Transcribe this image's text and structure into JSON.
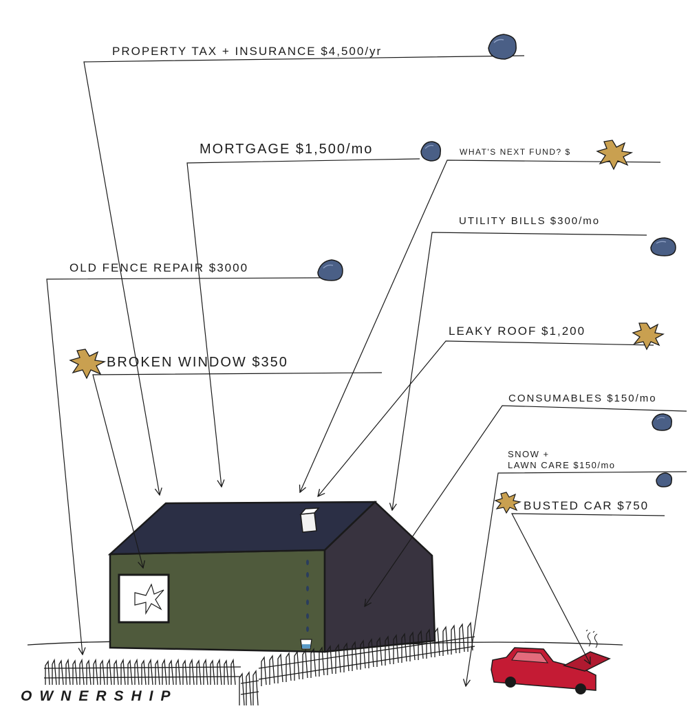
{
  "annotations": {
    "property_tax": "PROPERTY TAX + INSURANCE $4,500/yr",
    "mortgage": "MORTGAGE $1,500/mo",
    "whats_next": "WHAT'S NEXT FUND? $",
    "utility": "UTILITY BILLS $300/mo",
    "fence": "OLD FENCE REPAIR $3000",
    "roof": "LEAKY ROOF $1,200",
    "window": "BROKEN WINDOW $350",
    "consumables": "CONSUMABLES $150/mo",
    "snow_line1": "SNOW +",
    "snow_line2": "LAWN CARE $150/mo",
    "car": "BUSTED CAR $750"
  },
  "footer": {
    "title": "OWNERSHIP"
  },
  "colors": {
    "ink": "#1a1a1a",
    "stone_blue": "#4a5f86",
    "burst_gold": "#c9a050",
    "house_green": "#4f5a3c",
    "roof_navy": "#2b2f45",
    "side_dark": "#38333f",
    "car_red": "#c41b34",
    "water_blue": "#5a9bc8"
  },
  "icons": {
    "recurring_cost": "stone-icon",
    "one_time_cost": "burst-icon"
  }
}
